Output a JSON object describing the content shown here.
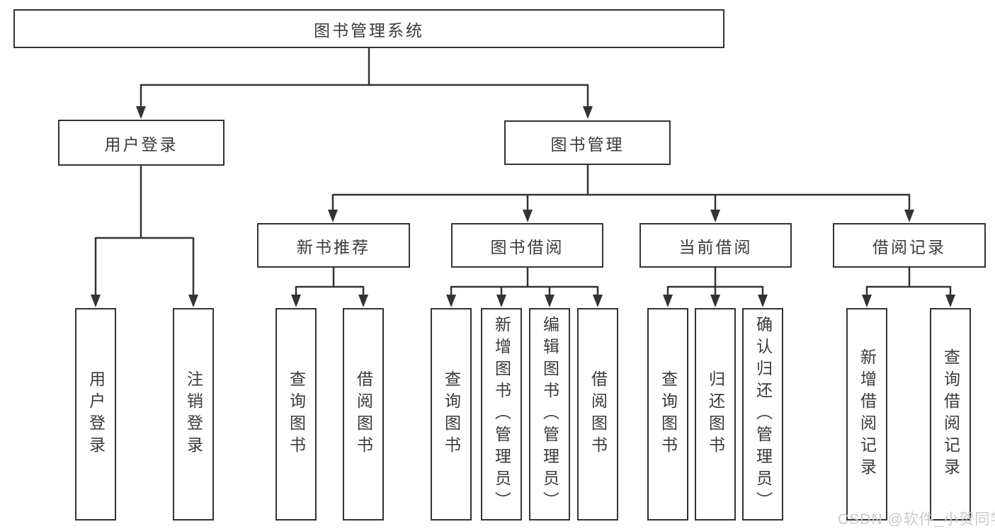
{
  "diagram": {
    "tree": {
      "label": "图书管理系统",
      "children": [
        {
          "label": "用户登录",
          "children": [
            {
              "label": "用户登录"
            },
            {
              "label": "注销登录"
            }
          ]
        },
        {
          "label": "图书管理",
          "children": [
            {
              "label": "新书推荐",
              "children": [
                {
                  "label": "查询图书"
                },
                {
                  "label": "借阅图书"
                }
              ]
            },
            {
              "label": "图书借阅",
              "children": [
                {
                  "label": "查询图书"
                },
                {
                  "label": "新增图书（管理员）"
                },
                {
                  "label": "编辑图书（管理员）"
                },
                {
                  "label": "借阅图书"
                }
              ]
            },
            {
              "label": "当前借阅",
              "children": [
                {
                  "label": "查询图书"
                },
                {
                  "label": "归还图书"
                },
                {
                  "label": "确认归还（管理员）"
                }
              ]
            },
            {
              "label": "借阅记录",
              "children": [
                {
                  "label": "新增借阅记录"
                },
                {
                  "label": "查询借阅记录"
                }
              ]
            }
          ]
        }
      ]
    },
    "watermark": "CSDN @软件_小贺同学",
    "colors": {
      "line": "#333333",
      "text": "#3a3a3a",
      "watermark": "#cbcbcb",
      "background": "#ffffff"
    }
  }
}
